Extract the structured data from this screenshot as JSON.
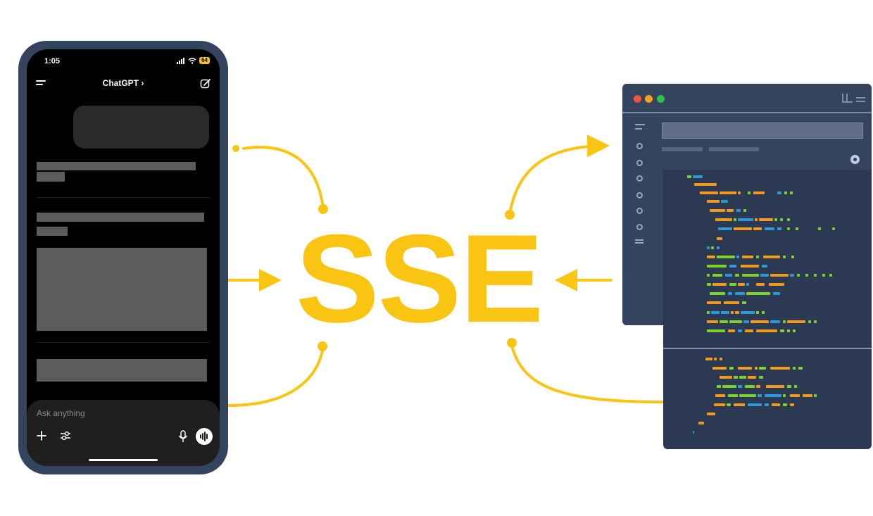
{
  "title": "SSE",
  "colors": {
    "accent": "#f9c412",
    "phone_frame": "#34435e",
    "browser_frame": "#34435e",
    "code_bg": "#2b3a52",
    "token_orange": "#f39a1c",
    "token_blue": "#2a9bd8",
    "token_green": "#7cd32a"
  },
  "phone": {
    "status_time": "1:05",
    "battery": "64",
    "app_title": "ChatGPT",
    "app_title_chevron": "›",
    "composer_placeholder": "Ask anything",
    "icons": [
      "menu-icon",
      "edit-icon",
      "plus-icon",
      "settings-sliders-icon",
      "mic-icon",
      "voice-mode-icon",
      "signal-icon",
      "wifi-icon"
    ]
  },
  "browser": {
    "traffic_lights": [
      "#f0533c",
      "#f3a11f",
      "#2fc14a"
    ],
    "icons": [
      "layout-icon",
      "record-icon"
    ]
  },
  "diagram": {
    "nodes": [
      "phone-client",
      "sse-label",
      "browser-server"
    ],
    "connectors": [
      {
        "from": "phone-client",
        "to": "sse-label",
        "shape": "curve-top"
      },
      {
        "from": "phone-client",
        "to": "sse-label",
        "shape": "straight-arrow"
      },
      {
        "from": "phone-client",
        "to": "sse-label",
        "shape": "curve-bottom"
      },
      {
        "from": "sse-label",
        "to": "browser-server",
        "shape": "curve-top-arrow"
      },
      {
        "from": "browser-server",
        "to": "sse-label",
        "shape": "straight-arrow"
      },
      {
        "from": "code-panel",
        "to": "sse-label",
        "shape": "curve-bottom"
      }
    ]
  }
}
